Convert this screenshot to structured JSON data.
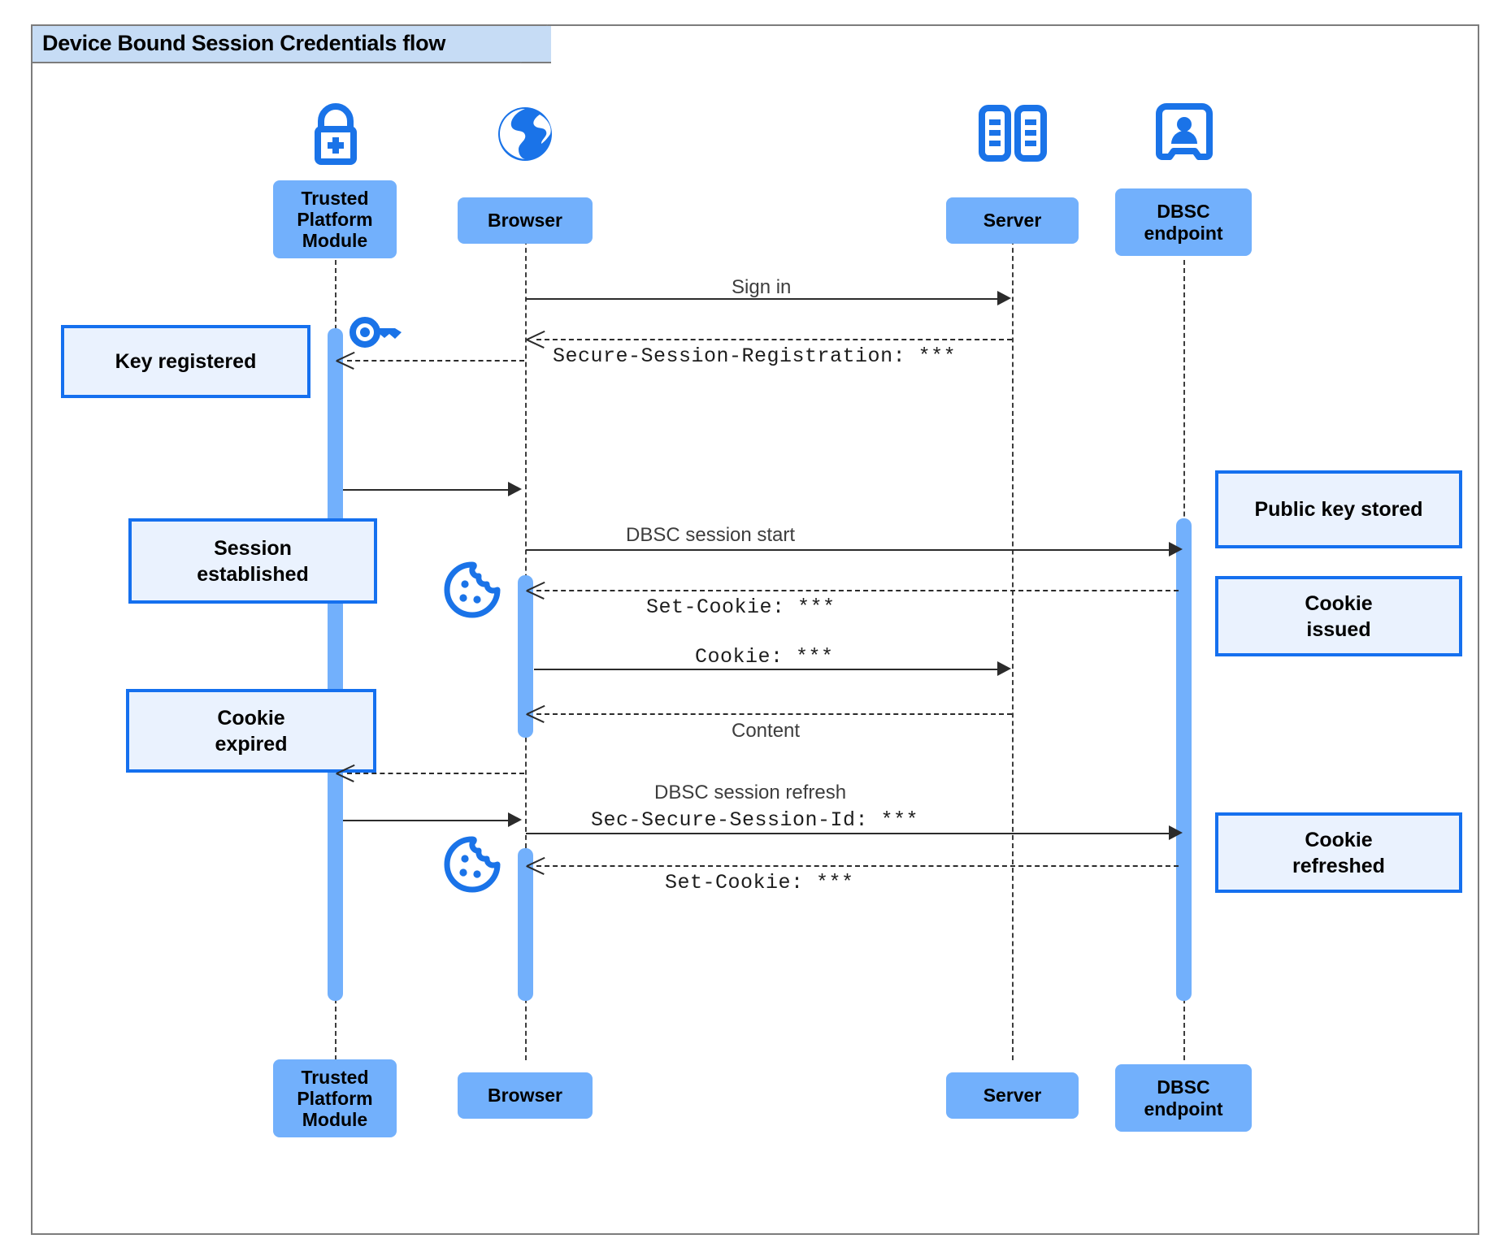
{
  "diagram": {
    "type": "uml-sequence",
    "title": "Device Bound Session Credentials flow",
    "colors": {
      "frame_border": "#7c7c7c",
      "frame_tab_fill": "#c6dcf5",
      "participant_fill": "#72b0fc",
      "activation_fill": "#72b0fc",
      "note_fill": "#eaf2fe",
      "note_border": "#1570ef",
      "icon_blue": "#1a73e8",
      "line": "#2b2b2b"
    }
  },
  "participants": [
    {
      "id": "tpm",
      "label": "Trusted\nPlatform\nModule",
      "icon": "lock-plus-icon"
    },
    {
      "id": "browser",
      "label": "Browser",
      "icon": "globe-icon"
    },
    {
      "id": "server",
      "label": "Server",
      "icon": "server-racks-icon"
    },
    {
      "id": "dbsc",
      "label": "DBSC\nendpoint",
      "icon": "id-badge-icon"
    }
  ],
  "messages": [
    {
      "id": "m1",
      "from": "browser",
      "to": "server",
      "style": "solid",
      "font": "sans",
      "text": "Sign in"
    },
    {
      "id": "m2",
      "from": "server",
      "to": "browser",
      "style": "dashed",
      "font": "mono",
      "text": "Secure-Session-Registration: ***"
    },
    {
      "id": "m3",
      "from": "browser",
      "to": "tpm",
      "style": "dashed",
      "font": "none",
      "text": ""
    },
    {
      "id": "m4",
      "from": "tpm",
      "to": "browser",
      "style": "solid",
      "font": "none",
      "text": ""
    },
    {
      "id": "m5",
      "from": "browser",
      "to": "dbsc",
      "style": "solid",
      "font": "sans",
      "text": "DBSC session start"
    },
    {
      "id": "m6",
      "from": "dbsc",
      "to": "browser",
      "style": "dashed",
      "font": "mono",
      "text": "Set-Cookie: ***"
    },
    {
      "id": "m7",
      "from": "browser",
      "to": "server",
      "style": "solid",
      "font": "mono",
      "text": "Cookie: ***"
    },
    {
      "id": "m8",
      "from": "server",
      "to": "browser",
      "style": "dashed",
      "font": "sans",
      "text": "Content"
    },
    {
      "id": "m9",
      "from": "browser",
      "to": "tpm",
      "style": "dashed",
      "font": "none",
      "text": ""
    },
    {
      "id": "m10",
      "from": "tpm",
      "to": "dbsc",
      "style": "solid",
      "font": "sans",
      "text": "DBSC session refresh"
    },
    {
      "id": "m10b",
      "from": "tpm",
      "to": "dbsc",
      "style": "none",
      "font": "mono",
      "text": "Sec-Secure-Session-Id: ***"
    },
    {
      "id": "m11",
      "from": "dbsc",
      "to": "browser",
      "style": "dashed",
      "font": "mono",
      "text": "Set-Cookie: ***"
    }
  ],
  "notes": [
    {
      "id": "n1",
      "side": "left",
      "text": "Key registered"
    },
    {
      "id": "n2",
      "side": "left",
      "text": "Session\nestablished"
    },
    {
      "id": "n3",
      "side": "left",
      "text": "Cookie\nexpired"
    },
    {
      "id": "n4",
      "side": "right",
      "text": "Public key stored"
    },
    {
      "id": "n5",
      "side": "right",
      "text": "Cookie\nissued"
    },
    {
      "id": "n6",
      "side": "right",
      "text": "Cookie\nrefreshed"
    }
  ],
  "decorations": [
    {
      "id": "d1",
      "icon": "key-icon",
      "near": "tpm"
    },
    {
      "id": "d2",
      "icon": "cookie-icon",
      "near": "browser"
    },
    {
      "id": "d3",
      "icon": "cookie-icon",
      "near": "browser"
    }
  ]
}
